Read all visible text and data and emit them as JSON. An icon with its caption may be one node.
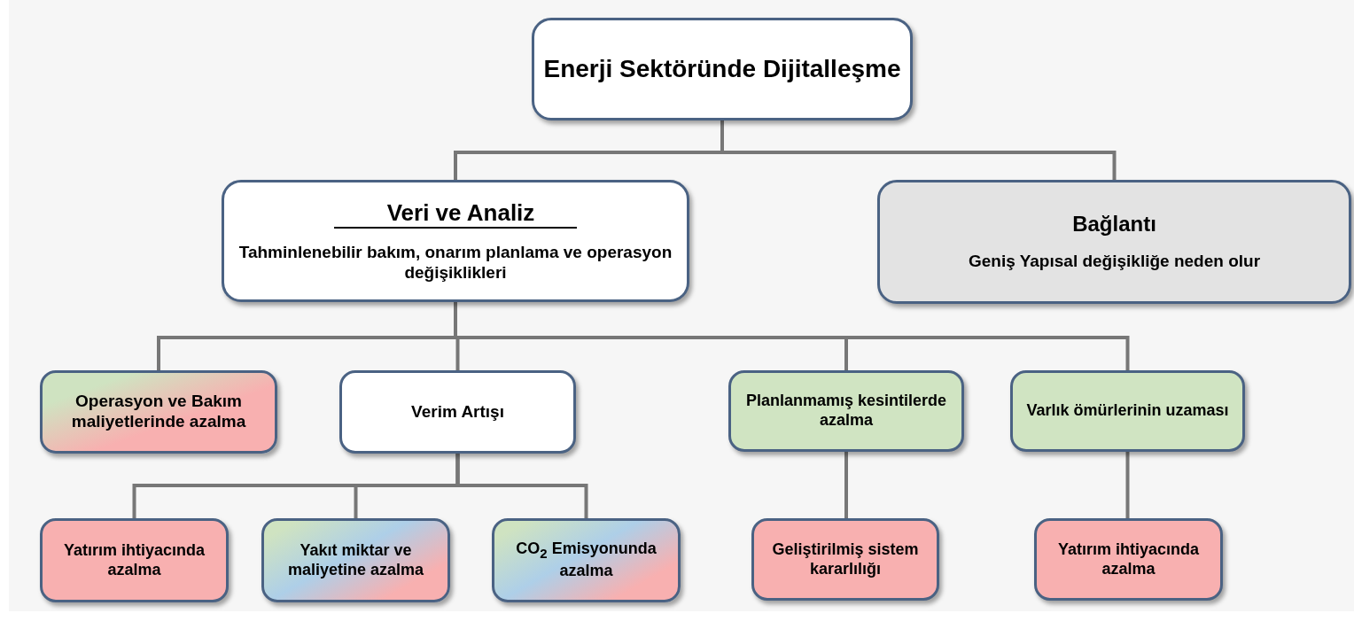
{
  "diagram": {
    "nodes": [
      {
        "text": [
          "Enerji Sektöründe Dijitalleşme"
        ]
      },
      {
        "text": [
          "Veri ve Analiz",
          "Tahminlenebilir bakım, onarım planlama ve operasyon değişiklikleri"
        ]
      },
      {
        "text": [
          "Bağlantı",
          "Geniş Yapısal değişikliğe neden olur"
        ]
      },
      {
        "text": [
          "Operasyon ve Bakım maliyetlerinde azalma"
        ]
      },
      {
        "text": [
          "Verim Artışı"
        ]
      },
      {
        "text": [
          "Planlanmamış kesintilerde azalma"
        ]
      },
      {
        "text": [
          "Varlık ömürlerinin uzaması"
        ]
      },
      {
        "text": [
          "Yatırım ihtiyacında azalma"
        ]
      },
      {
        "text": [
          "Yakıt miktar ve maliyetine azalma"
        ]
      },
      {
        "text": [
          "CO$_{2}$ Emisyonunda azalma"
        ]
      },
      {
        "text": [
          "Geliştirilmiş sistem kararlılığı"
        ]
      },
      {
        "text": [
          "Yatırım ihtiyacında azalma"
        ]
      }
    ],
    "edges": [
      {
        "from": 0,
        "to": 1,
        "arrow": "none"
      },
      {
        "from": 0,
        "to": 2,
        "arrow": "none"
      },
      {
        "from": 1,
        "to": 3,
        "arrow": "none"
      },
      {
        "from": 1,
        "to": 4,
        "arrow": "none"
      },
      {
        "from": 1,
        "to": 5,
        "arrow": "none"
      },
      {
        "from": 1,
        "to": 6,
        "arrow": "none"
      },
      {
        "from": 4,
        "to": 7,
        "arrow": "none"
      },
      {
        "from": 4,
        "to": 8,
        "arrow": "none"
      },
      {
        "from": 4,
        "to": 9,
        "arrow": "none"
      },
      {
        "from": 5,
        "to": 10,
        "arrow": "none"
      },
      {
        "from": 6,
        "to": 11,
        "arrow": "none"
      }
    ]
  }
}
